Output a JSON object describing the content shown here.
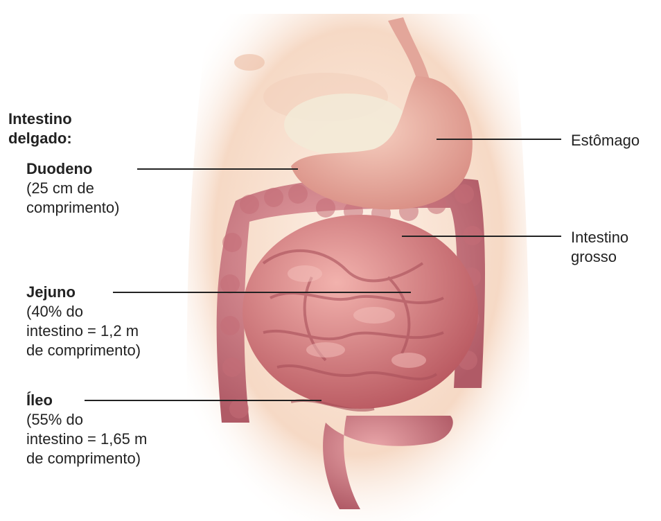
{
  "labels": {
    "group_title_line1": "Intestino",
    "group_title_line2": "delgado:",
    "duodeno": {
      "name": "Duodeno",
      "detail_line1": "(25 cm de",
      "detail_line2": "comprimento)"
    },
    "jejuno": {
      "name": "Jejuno",
      "detail_line1": "(40% do",
      "detail_line2": "intestino = 1,2 m",
      "detail_line3": "de comprimento)"
    },
    "ileo": {
      "name": "Íleo",
      "detail_line1": "(55% do",
      "detail_line2": "intestino = 1,65 m",
      "detail_line3": "de comprimento)"
    },
    "estomago": "Estômago",
    "intestino_grosso_line1": "Intestino",
    "intestino_grosso_line2": "grosso"
  },
  "colors": {
    "skin_light": "#fbe9dc",
    "skin_mid": "#f3cdb6",
    "stomach": "#e9aea0",
    "large_intestine": "#d98b8f",
    "small_intestine": "#e08f8c",
    "small_intestine_dark": "#b85e63",
    "leader_line": "#222222"
  }
}
